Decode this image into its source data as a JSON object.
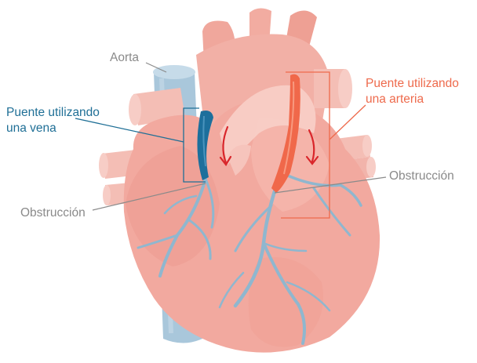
{
  "labels": {
    "aorta": "Aorta",
    "vein_bypass": [
      "Puente utilizando",
      "una vena"
    ],
    "artery_bypass": [
      "Puente utilizando",
      "una arteria"
    ],
    "obstruction_left": "Obstrucción",
    "obstruction_right": "Obstrucción"
  },
  "colors": {
    "vein_label": "#1f6f96",
    "artery_label": "#ee6a4c",
    "annotation_grey": "#8a8a8a",
    "obstruction_arrow": "#d9262b",
    "heart_base": "#f2a9a0",
    "vein_graft": "#1d6f9c",
    "artery_graft": "#f0684a",
    "coronary_vessels": "#8fb7cf",
    "vena_cava": "#a9c7db"
  }
}
